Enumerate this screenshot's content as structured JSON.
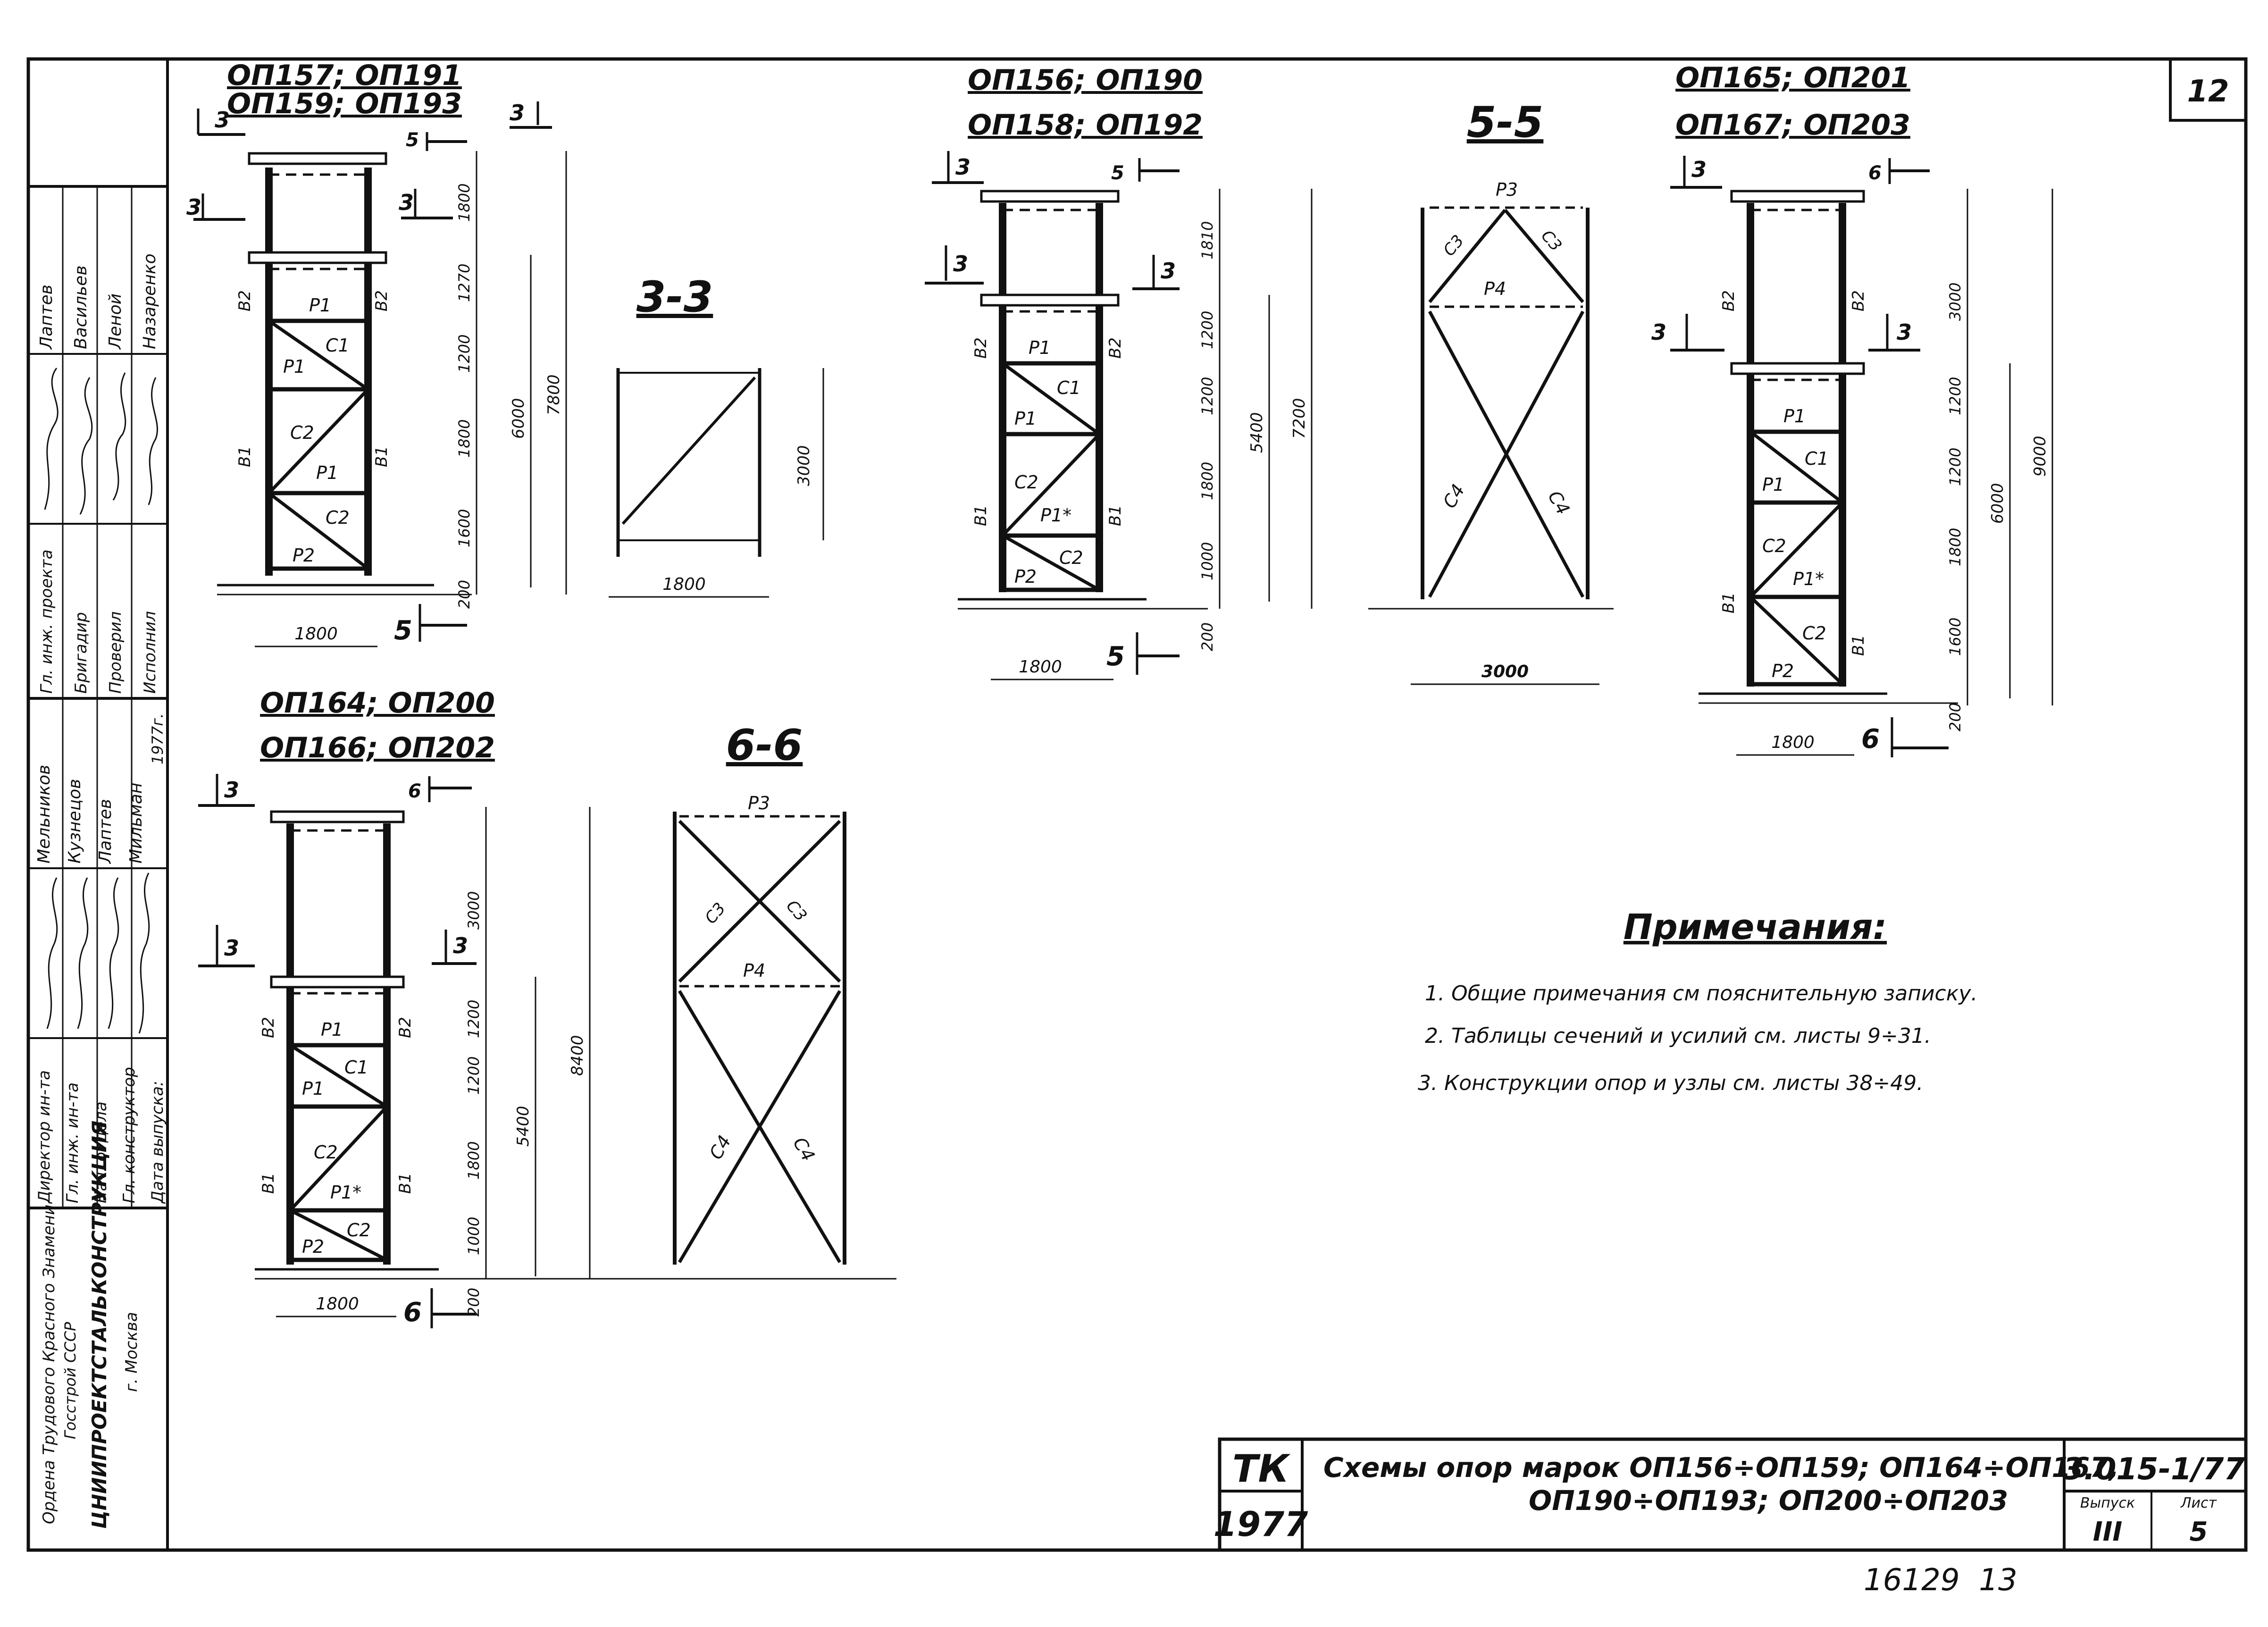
{
  "sheet_number": "12",
  "diagrams": {
    "d1": {
      "titles": [
        "ОП157; ОП191",
        "ОП159; ОП193"
      ],
      "section_markers": [
        "3",
        "3",
        "3",
        "3",
        "5",
        "5"
      ],
      "dims_vertical": [
        "1800",
        "1270",
        "1200",
        "1800",
        "1600",
        "200"
      ],
      "dims_total": [
        "6000",
        "7800"
      ],
      "dim_width": "1800",
      "members": [
        "Р1",
        "Р1",
        "Р1",
        "Р2",
        "С1",
        "С2",
        "С2",
        "В1",
        "В1",
        "В2",
        "В2"
      ]
    },
    "sec33": {
      "title": "3-3",
      "height": "3000",
      "width": "1800"
    },
    "d2": {
      "titles": [
        "ОП156; ОП190",
        "ОП158; ОП192"
      ],
      "section_markers": [
        "3",
        "3",
        "3",
        "5",
        "5"
      ],
      "dims_vertical": [
        "1810",
        "1200",
        "1200",
        "1800",
        "1000",
        "200"
      ],
      "dims_total": [
        "5400",
        "7200"
      ],
      "dim_width": "1800",
      "members": [
        "Р1",
        "Р1",
        "Р1*",
        "Р2",
        "С1",
        "С2",
        "С2",
        "В1",
        "В1",
        "В2",
        "В2"
      ]
    },
    "sec55": {
      "title": "5-5",
      "members": [
        "Р3",
        "Р4",
        "С3",
        "С3",
        "С4",
        "С4"
      ],
      "width": "3000"
    },
    "d3": {
      "titles": [
        "ОП165; ОП201",
        "ОП167; ОП203"
      ],
      "section_markers": [
        "3",
        "3",
        "3",
        "6",
        "6"
      ],
      "dims_vertical": [
        "3000",
        "1200",
        "1200",
        "1800",
        "1600",
        "200"
      ],
      "dims_total": [
        "6000",
        "9000"
      ],
      "dim_width": "1800",
      "members": [
        "Р1",
        "Р1",
        "Р1*",
        "Р2",
        "С1",
        "С2",
        "С2",
        "В1",
        "В1",
        "В2",
        "В2"
      ]
    },
    "d4": {
      "titles": [
        "ОП164; ОП200",
        "ОП166; ОП202"
      ],
      "section_markers": [
        "3",
        "3",
        "3",
        "6",
        "6"
      ],
      "dims_vertical": [
        "3000",
        "1200",
        "1200",
        "1800",
        "1000",
        "200"
      ],
      "dims_total": [
        "5400",
        "8400"
      ],
      "dim_width": "1800",
      "members": [
        "Р1",
        "Р1",
        "Р1*",
        "Р2",
        "С1",
        "С2",
        "С2",
        "В1",
        "В1",
        "В2",
        "В2"
      ]
    },
    "sec66": {
      "title": "6-6",
      "members": [
        "Р3",
        "Р4",
        "С3",
        "С3",
        "С4",
        "С4"
      ]
    }
  },
  "notes": {
    "heading": "Примечания:",
    "items": [
      "1. Общие примечания см пояснительную записку.",
      "2. Таблицы сечений и усилий см. листы 9÷31.",
      "3. Конструкции опор и узлы см. листы 38÷49."
    ]
  },
  "stamp": {
    "roles_top": [
      "Гл. инж. проекта",
      "Бригадир",
      "Проверил",
      "Исполнил"
    ],
    "names_top": [
      "Лаптев",
      "Васильев",
      "Леной",
      "Назаренко"
    ],
    "roles_bottom": [
      "Директор ин-та",
      "Гл. инж. ин-та",
      "Нач. отдела",
      "Гл. конструктор",
      "Дата выпуска:"
    ],
    "names_bottom": [
      "Мельников",
      "Кузнецов",
      "Лаптев",
      "Мильман"
    ],
    "year_label": "1977г.",
    "org_lines": [
      "Ордена Трудового Красного Знамени",
      "Госстрой СССР",
      "ЦНИИПРОЕКТСТАЛЬКОНСТРУКЦИЯ",
      "г. Москва"
    ]
  },
  "title_block": {
    "tk": "ТК",
    "year": "1977",
    "title_line1": "Схемы опор марок ОП156÷ОП159; ОП164÷ОП167,",
    "title_line2": "ОП190÷ОП193; ОП200÷ОП203",
    "doc_code": "3.015-1/77",
    "issue_label": "Выпуск",
    "issue_value": "III",
    "sheet_label": "Лист",
    "sheet_value": "5"
  },
  "footer_number": "16129  13"
}
